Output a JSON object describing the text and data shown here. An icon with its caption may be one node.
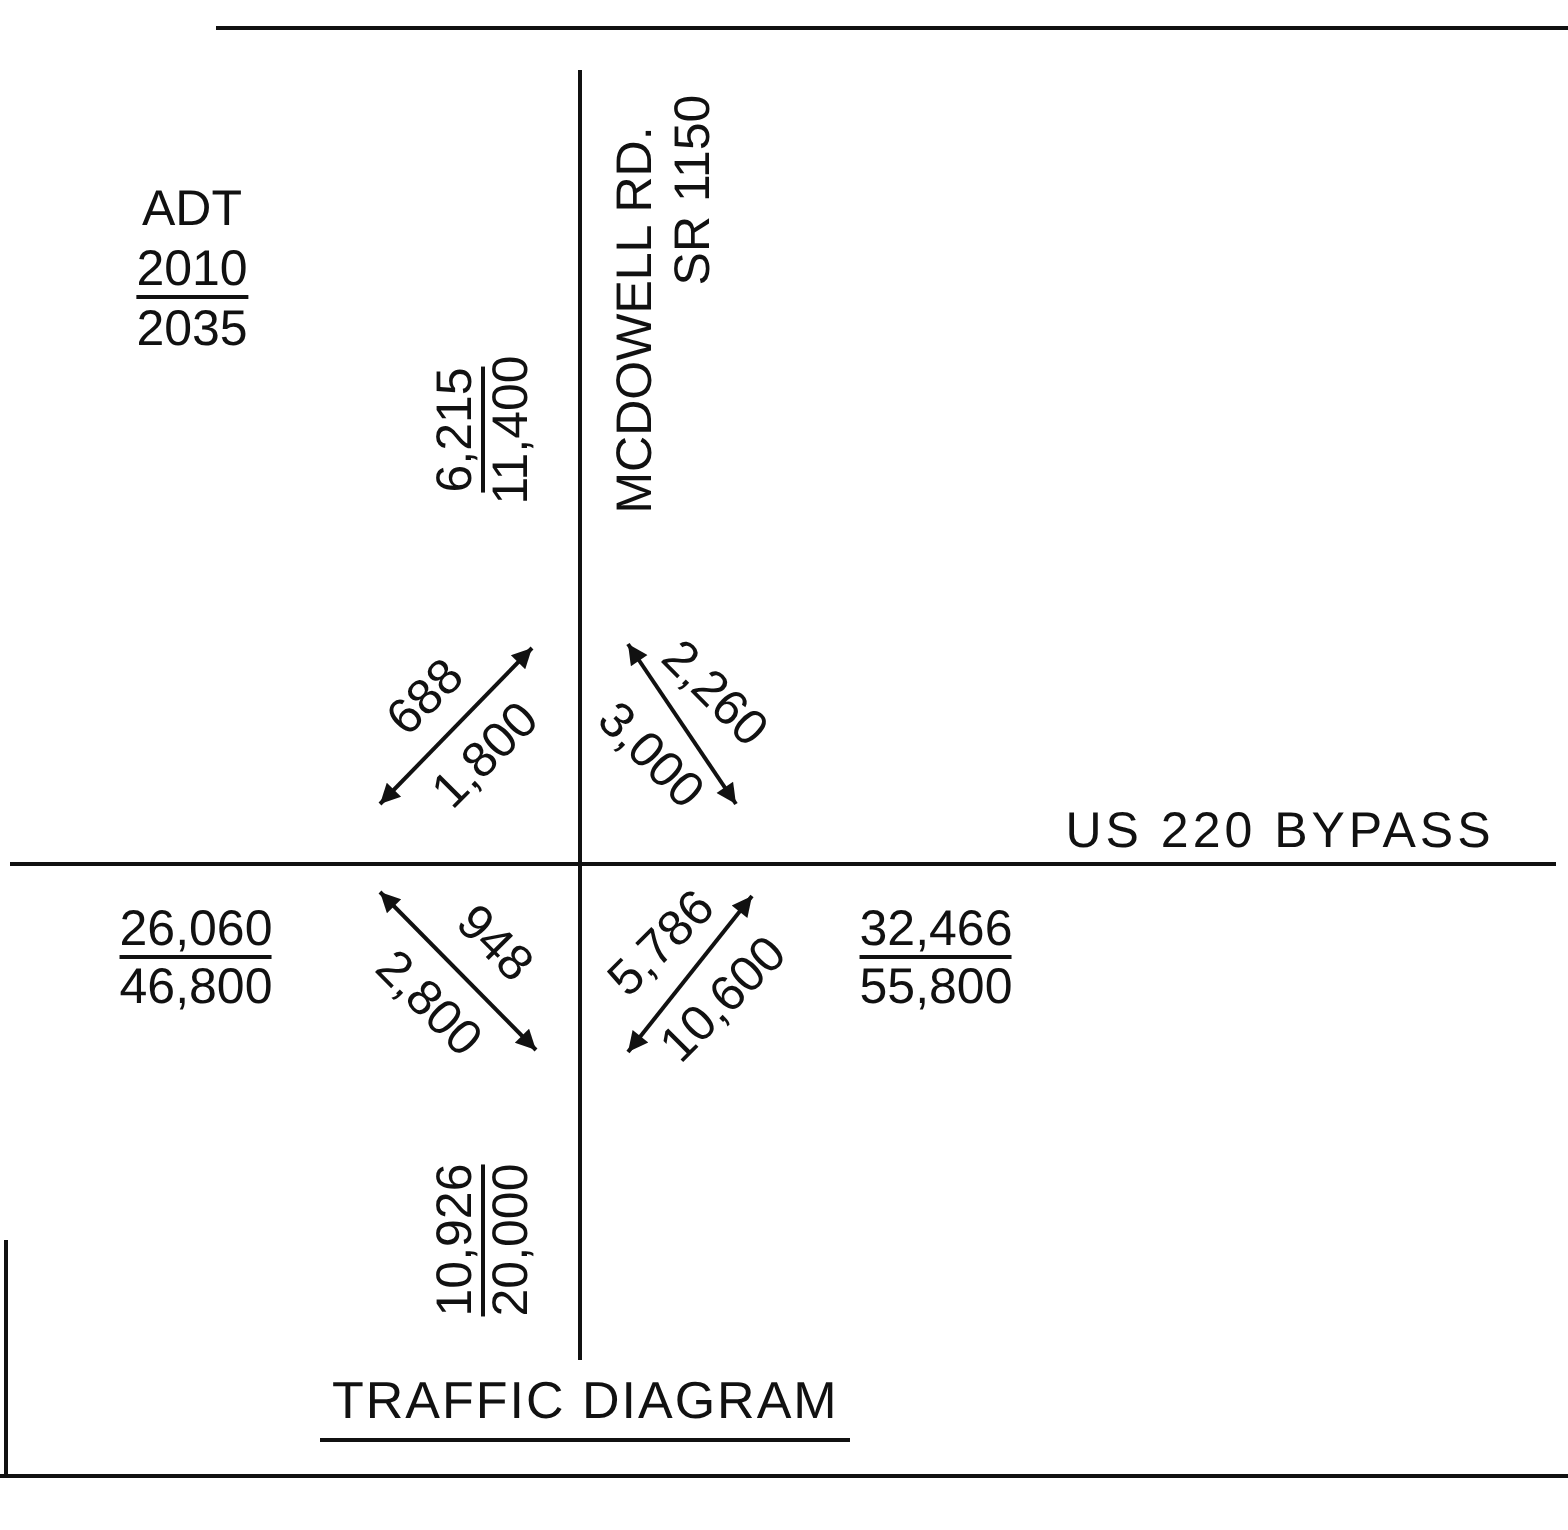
{
  "diagram": {
    "title": "TRAFFIC DIAGRAM",
    "labels": [
      "ADT",
      "2010",
      "2035",
      "6,215",
      "11,400",
      "MCDOWELL RD.",
      "SR 1150",
      "688",
      "1,800",
      "2,260",
      "3,000",
      "US 220 BYPASS",
      "26,060",
      "46,800",
      "948",
      "2,800",
      "5,786",
      "10,600",
      "32,466",
      "55,800",
      "10,926",
      "20,000"
    ]
  }
}
